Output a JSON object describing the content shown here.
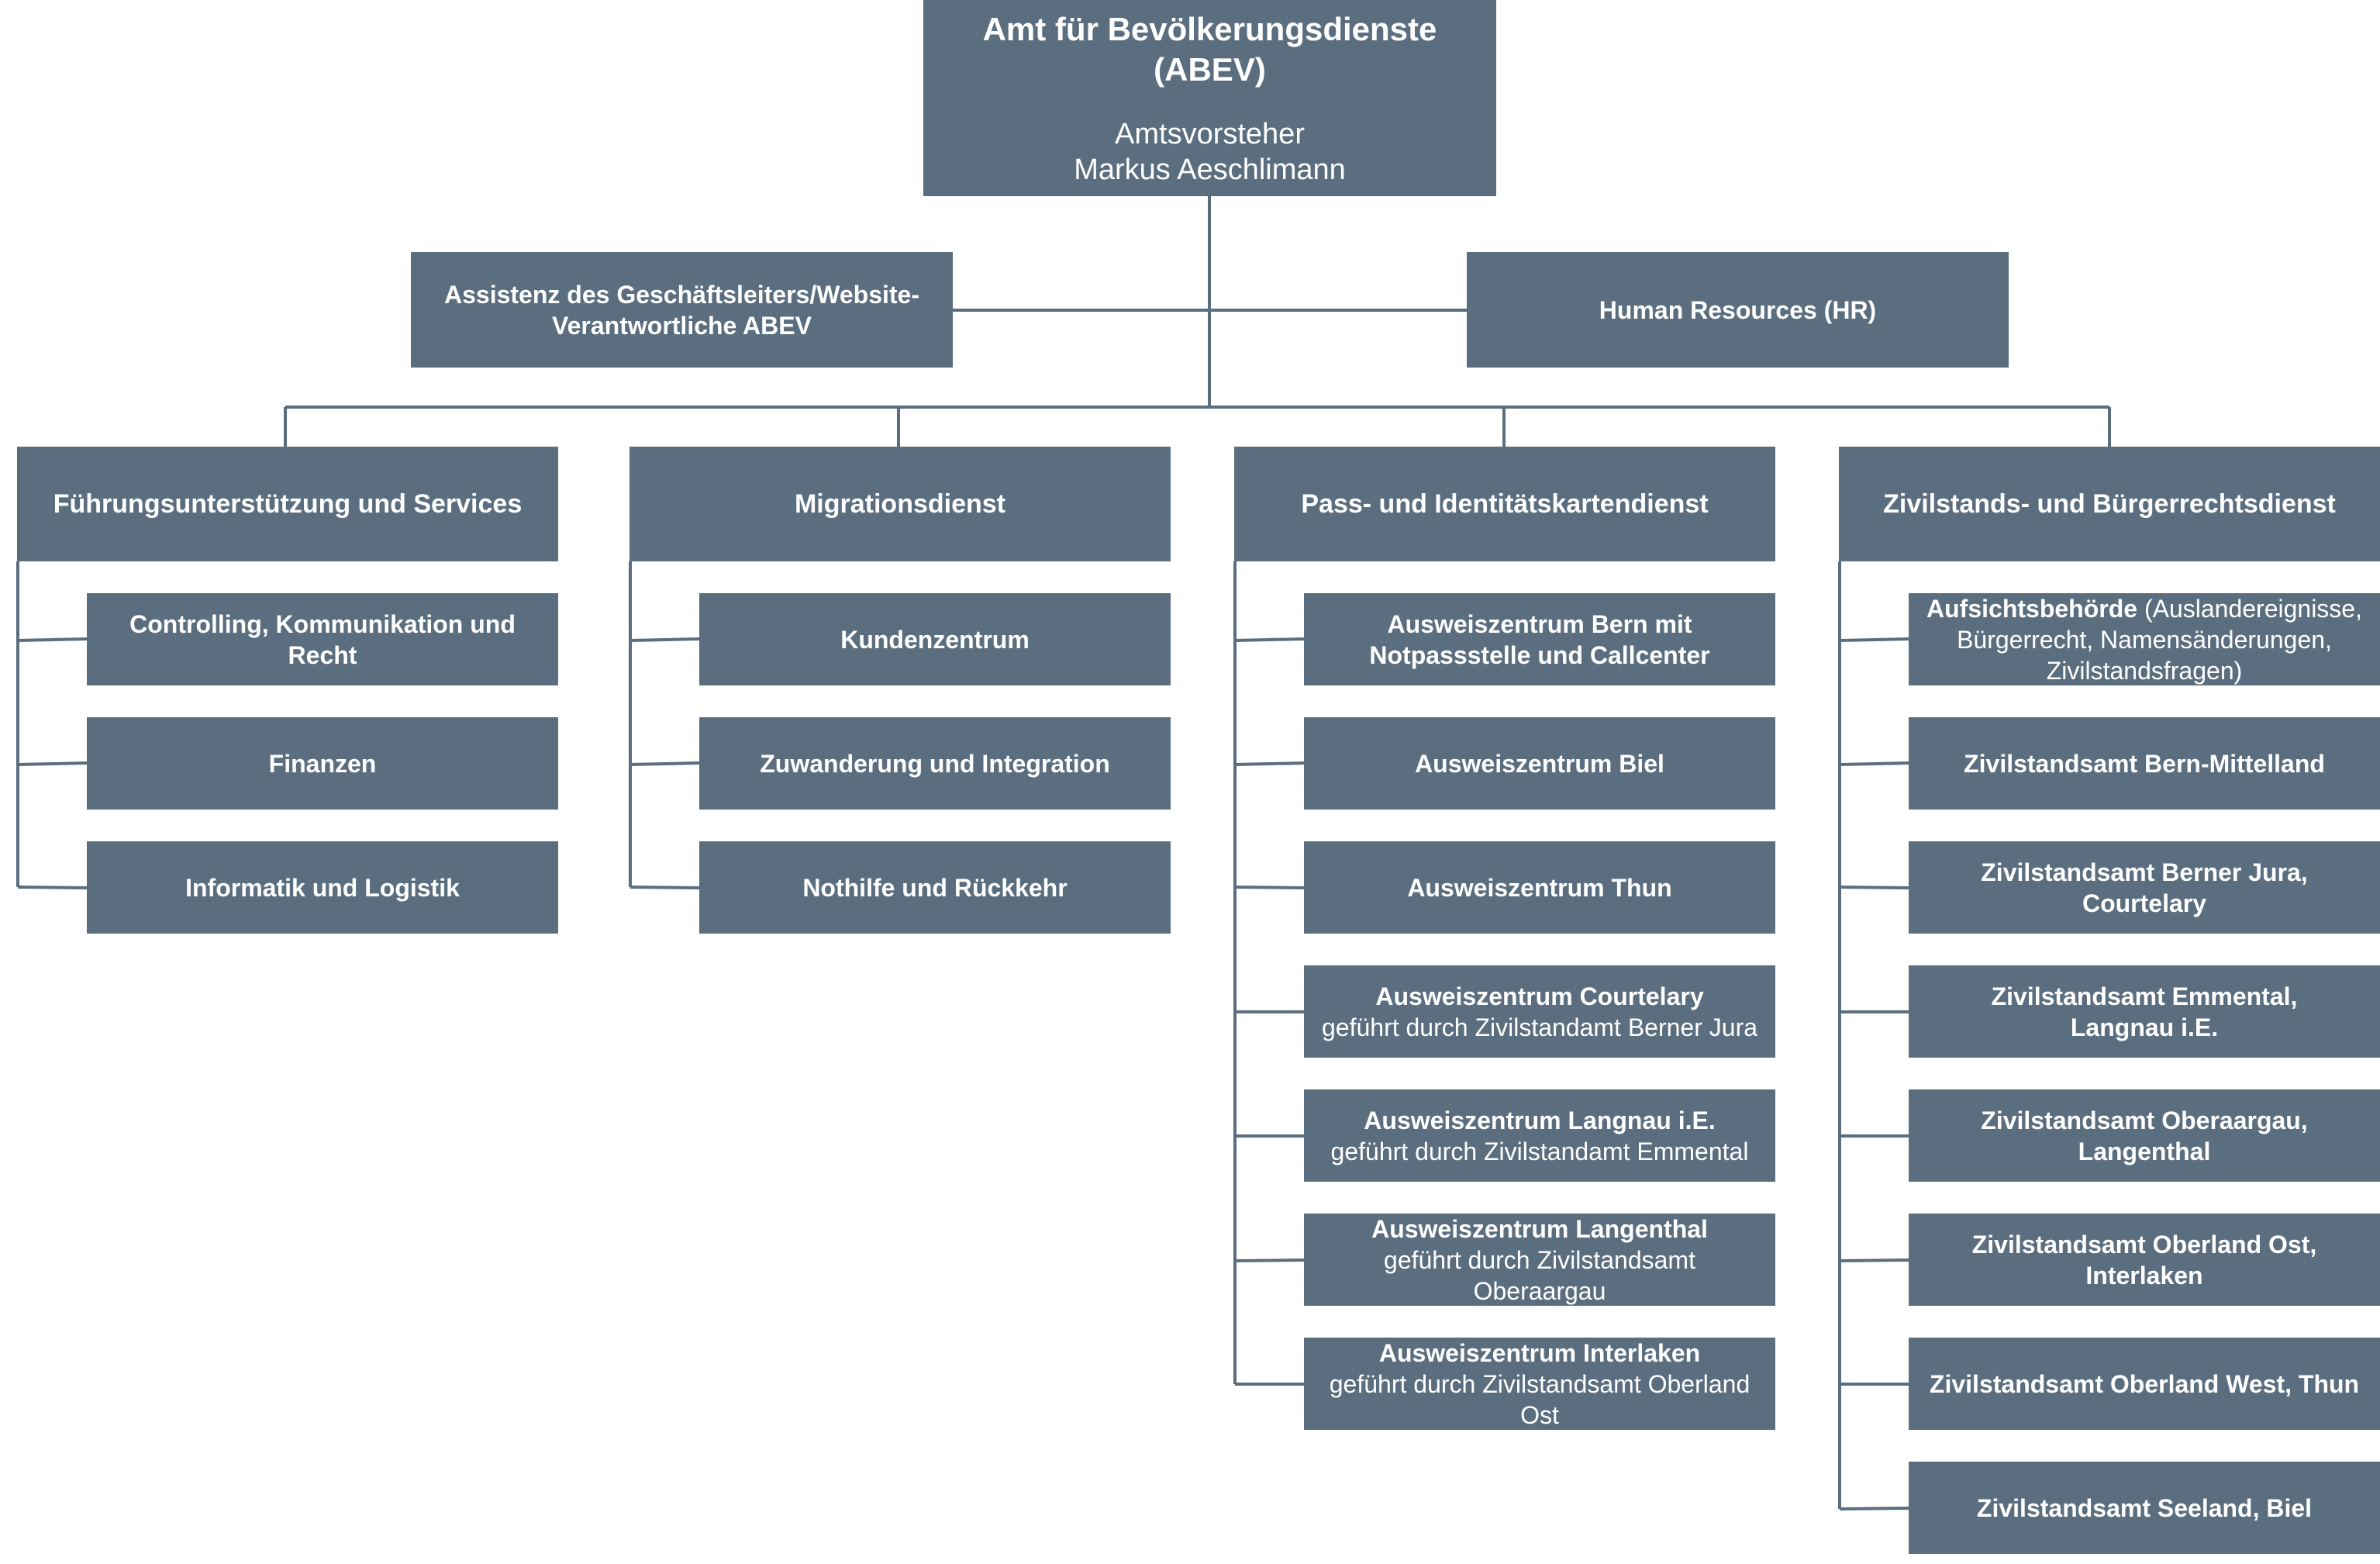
{
  "top": {
    "title_line1": "Amt für Bevölkerungsdienste",
    "title_line2": "(ABEV)",
    "role": "Amtsvorsteher",
    "name": "Markus Aeschlimann"
  },
  "staff": {
    "assistant_line1": "Assistenz des Geschäftsleiters/Website-",
    "assistant_line2": "Verantwortliche ABEV",
    "hr": "Human Resources (HR)"
  },
  "departments": [
    {
      "title": "Führungsunterstützung und Services",
      "units": [
        {
          "bold_lines": [
            "Controlling, Kommunikation und",
            "Recht"
          ]
        },
        {
          "bold_lines": [
            "Finanzen"
          ]
        },
        {
          "bold_lines": [
            "Informatik und Logistik"
          ]
        }
      ]
    },
    {
      "title": "Migrationsdienst",
      "units": [
        {
          "bold_lines": [
            "Kundenzentrum"
          ]
        },
        {
          "bold_lines": [
            "Zuwanderung und Integration"
          ]
        },
        {
          "bold_lines": [
            "Nothilfe und Rückkehr"
          ]
        }
      ]
    },
    {
      "title": "Pass- und Identitätskartendienst",
      "units": [
        {
          "bold_lines": [
            "Ausweiszentrum Bern mit",
            "Notpassstelle und Callcenter"
          ]
        },
        {
          "bold_lines": [
            "Ausweiszentrum Biel"
          ]
        },
        {
          "bold_lines": [
            "Ausweiszentrum Thun"
          ]
        },
        {
          "bold_lines": [
            "Ausweiszentrum Courtelary"
          ],
          "normal_lines": [
            "geführt durch Zivilstandamt Berner Jura"
          ]
        },
        {
          "bold_lines": [
            "Ausweiszentrum Langnau i.E."
          ],
          "normal_lines": [
            "geführt durch Zivilstandamt Emmental"
          ]
        },
        {
          "bold_lines": [
            "Ausweiszentrum Langenthal"
          ],
          "normal_lines": [
            "geführt durch Zivilstandsamt",
            "Oberaargau"
          ]
        },
        {
          "bold_lines": [
            "Ausweiszentrum Interlaken"
          ],
          "normal_lines": [
            "geführt durch Zivilstandsamt Oberland",
            "Ost"
          ]
        }
      ]
    },
    {
      "title": "Zivilstands- und Bürgerrechtsdienst",
      "units": [
        {
          "mixed": {
            "bold": "Aufsichtsbehörde",
            "normal": " (Auslandereignisse,"
          },
          "normal_lines": [
            "Bürgerrecht, Namensänderungen,",
            "Zivilstandsfragen)"
          ]
        },
        {
          "bold_lines": [
            "Zivilstandsamt Bern-Mittelland"
          ]
        },
        {
          "bold_lines": [
            "Zivilstandsamt Berner Jura,",
            "Courtelary"
          ]
        },
        {
          "bold_lines": [
            "Zivilstandsamt Emmental,",
            "Langnau i.E."
          ]
        },
        {
          "bold_lines": [
            "Zivilstandsamt Oberaargau,",
            "Langenthal"
          ]
        },
        {
          "bold_lines": [
            "Zivilstandsamt Oberland Ost,",
            "Interlaken"
          ]
        },
        {
          "bold_lines": [
            "Zivilstandsamt Oberland West, Thun"
          ]
        },
        {
          "bold_lines": [
            "Zivilstandsamt Seeland, Biel"
          ]
        }
      ]
    }
  ]
}
